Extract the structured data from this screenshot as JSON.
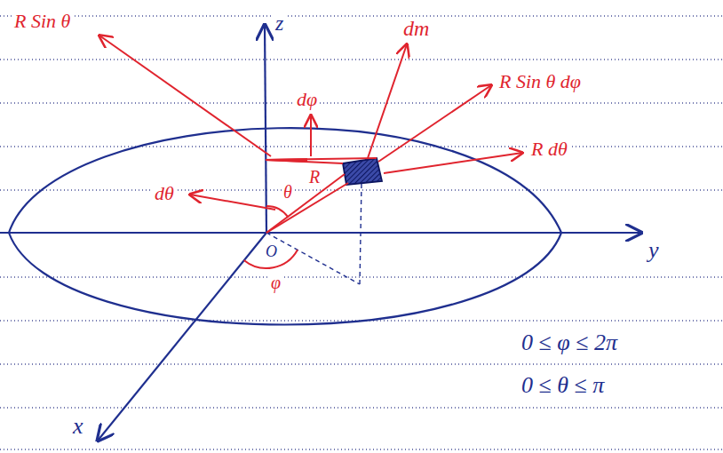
{
  "diagram": {
    "labels": [
      "z",
      "R Sin θ",
      "dm",
      "dφ",
      "R Sin θ dφ",
      "R dθ",
      "dθ",
      "θ",
      "R",
      "y",
      "O",
      "φ",
      "x",
      "0 ≤ φ ≤ 2π",
      "0 ≤ θ ≤ π"
    ]
  }
}
